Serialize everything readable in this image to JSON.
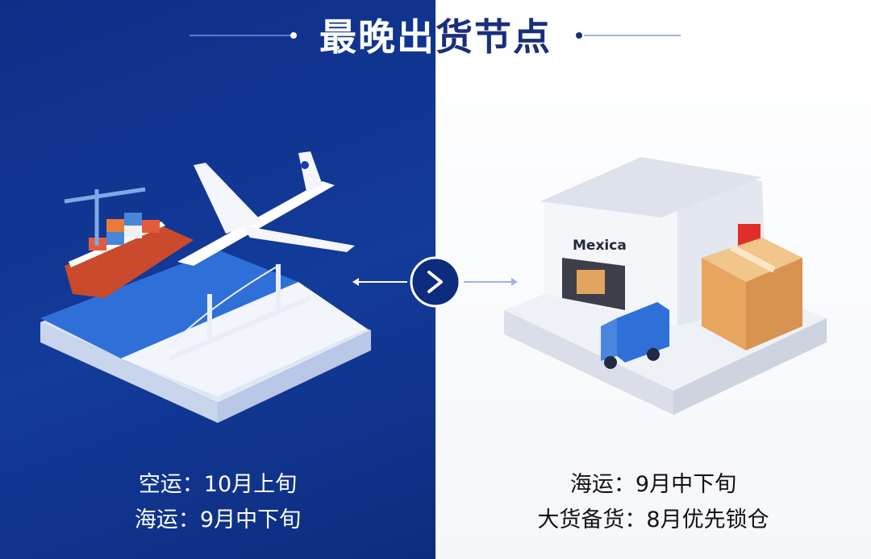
{
  "title": {
    "part_left": "最晚出",
    "part_right": "货节点"
  },
  "left_panel": {
    "lines": [
      "空运：10月上旬",
      "海运：9月中下旬"
    ]
  },
  "right_panel": {
    "warehouse_sign": "Mexica",
    "lines": [
      "海运：9月中下旬",
      "大货备货：8月优先锁仓"
    ]
  },
  "icons": {
    "connector": "chevron-right-icon"
  },
  "colors": {
    "left_bg": "#123b9a",
    "right_bg": "#ffffff",
    "accent": "#0e2c7e"
  }
}
